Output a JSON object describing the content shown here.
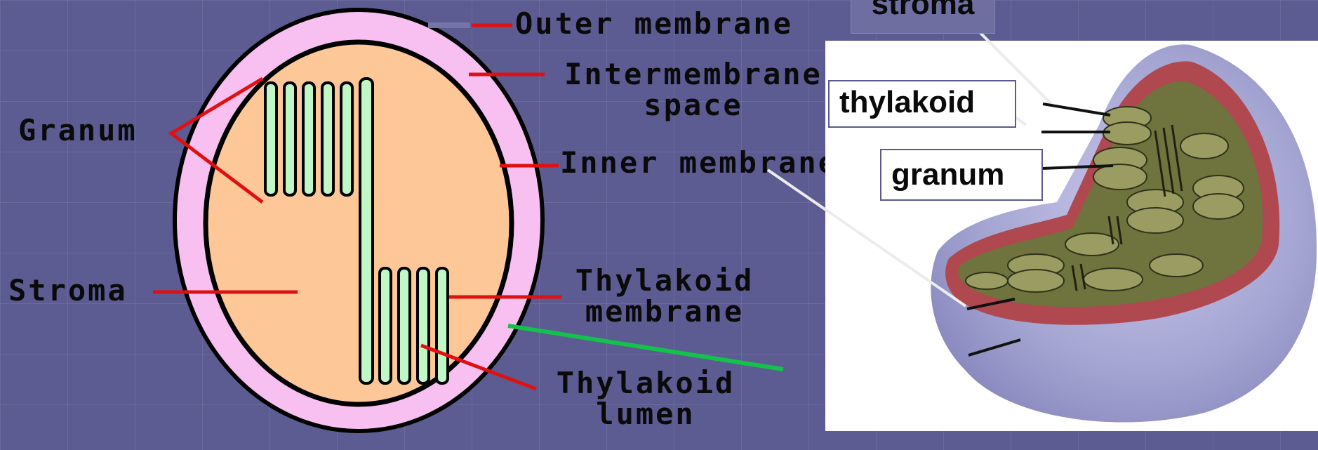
{
  "diagram": {
    "labels": {
      "outer_membrane": "Outer membrane",
      "intermembrane_space_line1": "Intermembrane",
      "intermembrane_space_line2": "space",
      "inner_membrane": "Inner membrane",
      "granum": "Granum",
      "stroma": "Stroma",
      "thylakoid_membrane_line1": "Thylakoid",
      "thylakoid_membrane_line2": "membrane",
      "thylakoid_lumen_line1": "Thylakoid",
      "thylakoid_lumen_line2": "lumen"
    },
    "colors": {
      "background": "#5c5c92",
      "outer_membrane": "#f7c0f0",
      "stroma": "#fdc797",
      "thylakoid": "#bff7c6",
      "leader_lines": "#e01010",
      "green_pointer": "#12c24a"
    }
  },
  "photo": {
    "tags": {
      "stroma": "stroma",
      "thylakoid": "thylakoid",
      "granum": "granum"
    },
    "colors": {
      "outer_shell": "#a6a6d4",
      "inner_red": "#b0484f",
      "thylakoid_olive": "#7c7e4a"
    }
  }
}
